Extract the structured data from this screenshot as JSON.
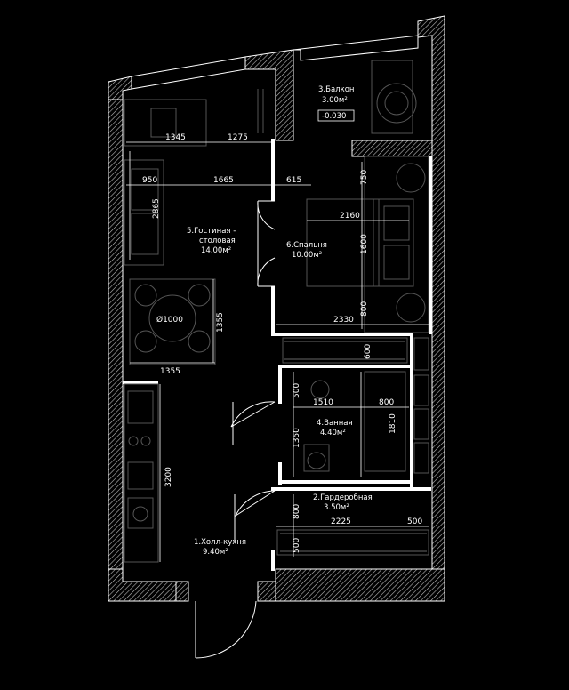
{
  "rooms": {
    "hall_kitchen": {
      "name": "1.Холл-кухня",
      "area": "9.40м²"
    },
    "wardrobe": {
      "name": "2.Гардеробная",
      "area": "3.50м²"
    },
    "balcony": {
      "name": "3.Балкон",
      "area": "3.00м²",
      "level": "-0.030"
    },
    "bathroom": {
      "name": "4.Ванная",
      "area": "4.40м²"
    },
    "living": {
      "name_line1": "5.Гостиная -",
      "name_line2": "столовая",
      "area": "14.00м²"
    },
    "bedroom": {
      "name": "6.Спальня",
      "area": "10.00м²"
    }
  },
  "dimensions": {
    "d1345": "1345",
    "d1275": "1275",
    "d950": "950",
    "d1665": "1665",
    "d615": "615",
    "d2865": "2865",
    "d750": "750",
    "d2160": "2160",
    "d1600": "1600",
    "d800_bed": "800",
    "d2330": "2330",
    "d600": "600",
    "d_table": "Ø1000",
    "d1355_v": "1355",
    "d1355_h": "1355",
    "d500_bath": "500",
    "d1510": "1510",
    "d800_bath": "800",
    "d1350": "1350",
    "d1810": "1810",
    "d3200": "3200",
    "d800_ward": "800",
    "d2225": "2225",
    "d500_ward": "500",
    "d500_ward2": "500"
  }
}
